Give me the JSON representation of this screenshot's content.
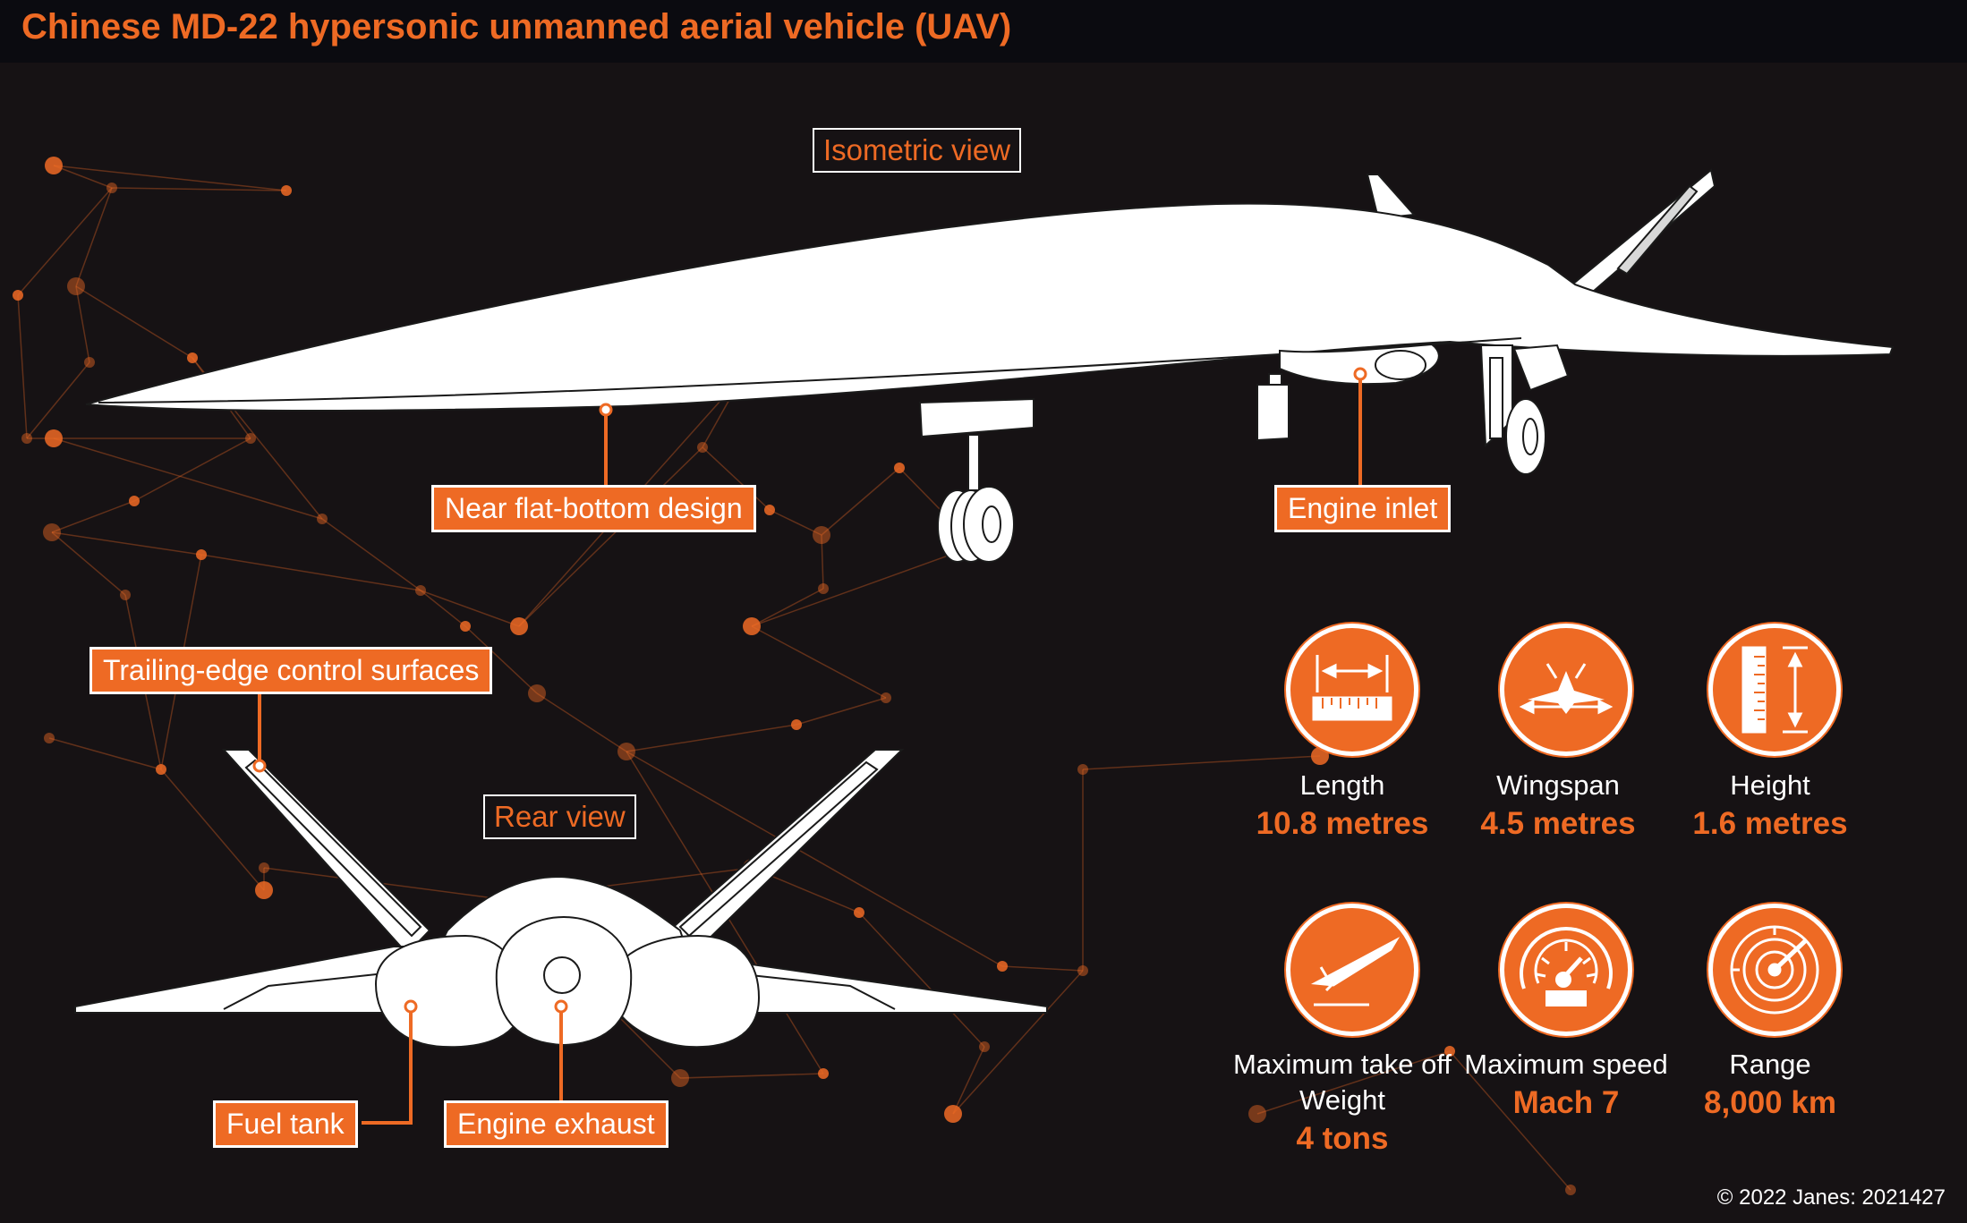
{
  "title": "Chinese MD-22 hypersonic unmanned aerial vehicle (UAV)",
  "views": {
    "isometric": "Isometric view",
    "rear": "Rear view"
  },
  "callouts": {
    "flat_bottom": "Near flat-bottom design",
    "engine_inlet": "Engine inlet",
    "trailing_edge": "Trailing-edge control surfaces",
    "fuel_tank": "Fuel tank",
    "engine_exhaust": "Engine exhaust"
  },
  "specs": [
    {
      "label": "Length",
      "value": "10.8 metres",
      "icon": "ruler-length-icon"
    },
    {
      "label": "Wingspan",
      "value": "4.5 metres",
      "icon": "wingspan-icon"
    },
    {
      "label": "Height",
      "value": "1.6 metres",
      "icon": "ruler-height-icon"
    },
    {
      "label": "Maximum take off Weight",
      "value": "4 tons",
      "icon": "takeoff-icon"
    },
    {
      "label": "Maximum speed",
      "value": "Mach 7",
      "icon": "speedometer-icon"
    },
    {
      "label": "Range",
      "value": "8,000 km",
      "icon": "radar-icon"
    }
  ],
  "copyright": "© 2022 Janes: 2021427",
  "colors": {
    "accent": "#ee6a24",
    "background": "#161214",
    "title_bar": "#0b0b10",
    "line": "#ffffff"
  }
}
